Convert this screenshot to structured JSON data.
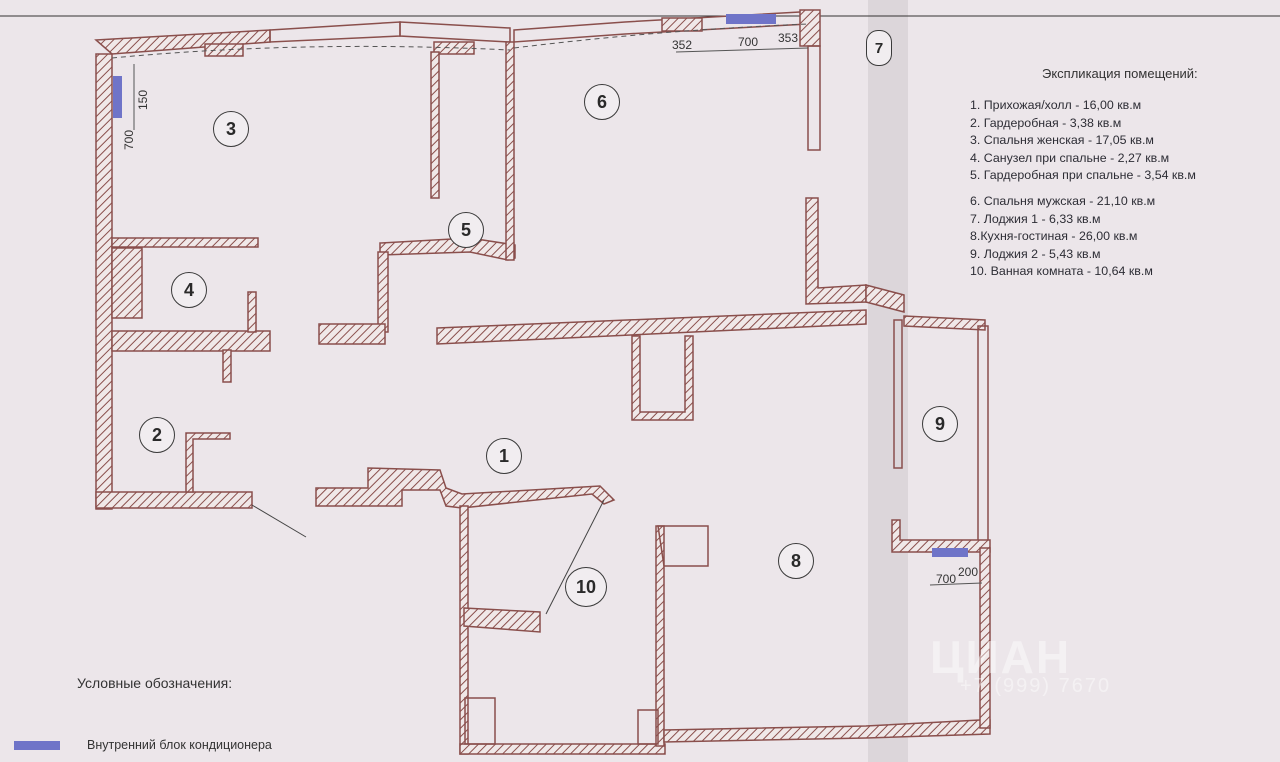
{
  "legend": {
    "title": "Экспликация помещений:",
    "items": [
      "1. Прихожая/холл - 16,00 кв.м",
      "2. Гардеробная - 3,38 кв.м",
      "3. Спальня женская - 17,05 кв.м",
      "4. Санузел при спальне - 2,27 кв.м",
      "5. Гардеробная при спальне - 3,54 кв.м",
      "6. Спальня мужская - 21,10 кв.м",
      "7. Лоджия 1 - 6,33 кв.м",
      "8.Кухня-гостиная - 26,00 кв.м",
      "9. Лоджия 2 - 5,43 кв.м",
      "10. Ванная комната - 10,64 кв.м"
    ]
  },
  "conventions": {
    "title": "Условные обозначения:",
    "ac_label": "Внутренний блок кондиционера",
    "ac_color": "#6f74c8"
  },
  "rooms": [
    "1",
    "2",
    "3",
    "4",
    "5",
    "6",
    "7",
    "8",
    "9",
    "10"
  ],
  "dimensions": {
    "top_left": "352",
    "top_mid": "700",
    "top_right": "353",
    "left_150": "150",
    "left_700": "700",
    "loggia_700": "700",
    "loggia_200": "200"
  },
  "watermark": {
    "brand": "ЦИАН",
    "number": "+7 (999) 7670"
  },
  "colors": {
    "wall": "#8a4f4c",
    "paper": "#ece6ea",
    "ink": "#2a2a33"
  }
}
